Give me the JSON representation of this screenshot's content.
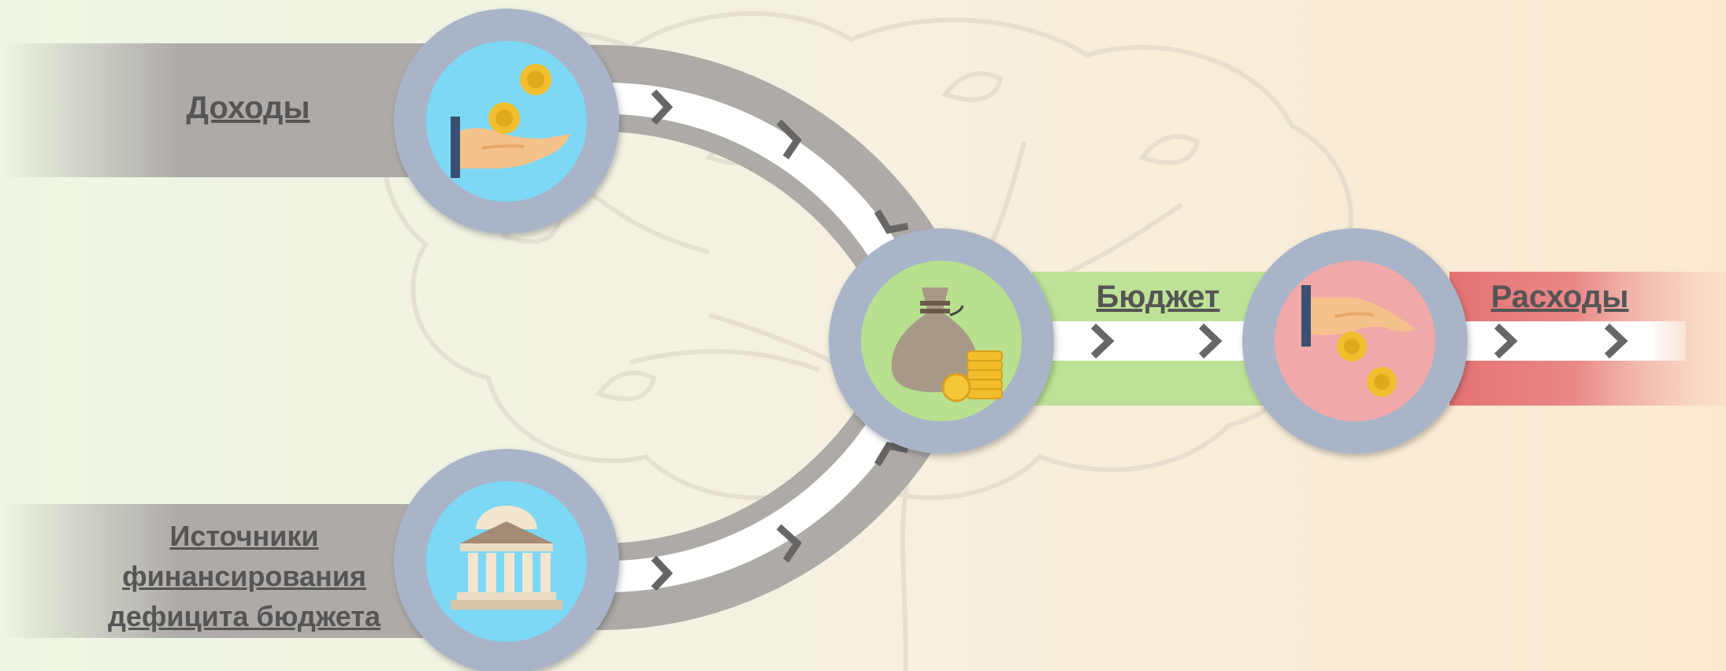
{
  "labels": {
    "income": "Доходы",
    "sources": [
      "Источники",
      "финансирования",
      "дефицита бюджета"
    ],
    "budget": "Бюджет",
    "expenses": "Расходы"
  },
  "colors": {
    "band_gray": "#aeaaa8",
    "node_ring": "#a9b4c8",
    "blue_fill": "#7dd8f6",
    "green_fill": "#b8e08f",
    "red_fill": "#f0a9a8",
    "green_band": "#bde297",
    "red_band": "#e57373",
    "arrow": "#666666",
    "coin": "#f1be2e",
    "bg_left": "#eef6e6",
    "bg_right": "#fbead0"
  },
  "icons": {
    "income": "hand-receiving-coins-icon",
    "sources": "bank-building-icon",
    "budget": "money-bag-with-coins-icon",
    "expenses": "hand-dropping-coins-icon"
  }
}
